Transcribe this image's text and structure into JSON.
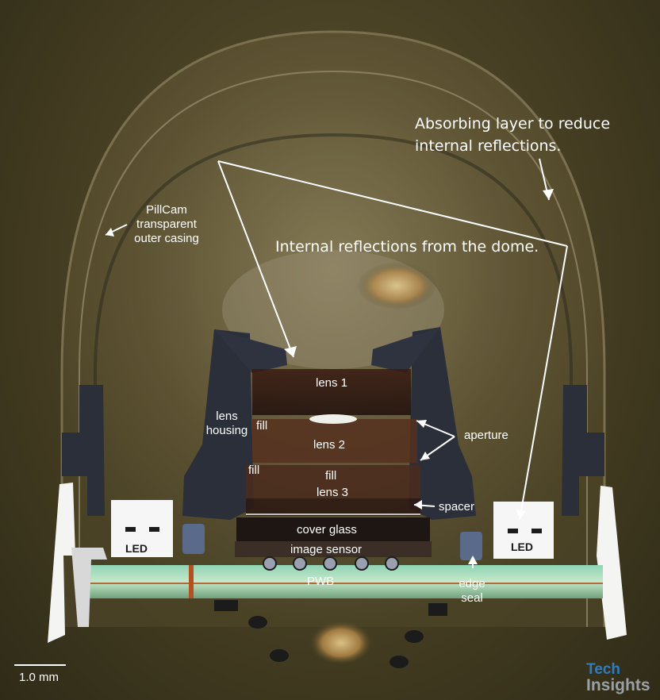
{
  "labels": {
    "absorbing_line1": "Absorbing layer to reduce",
    "absorbing_line2": "internal reflections.",
    "pillcam_line1": "PillCam",
    "pillcam_line2": "transparent",
    "pillcam_line3": "outer casing",
    "reflections": "Internal reflections from the dome.",
    "lens1": "lens 1",
    "lens_housing_line1": "lens",
    "lens_housing_line2": "housing",
    "fill_upper": "fill",
    "lens2": "lens 2",
    "aperture": "aperture",
    "fill_lower_left": "fill",
    "fill_lower_center": "fill",
    "lens3": "lens 3",
    "spacer": "spacer",
    "cover_glass": "cover glass",
    "image_sensor": "image sensor",
    "led_left": "LED",
    "led_right": "LED",
    "pwb": "PWB",
    "edge_seal_line1": "edge",
    "edge_seal_line2": "seal",
    "scale_bar": "1.0 mm"
  },
  "logo": {
    "line1": "Tech",
    "line2": "Insights"
  },
  "colors": {
    "background": "#4a4225",
    "housing": "#2b2f3a",
    "annotation": "#ffffff",
    "logo_blue": "#2e7dc1",
    "logo_gray": "#9aa0a6"
  }
}
